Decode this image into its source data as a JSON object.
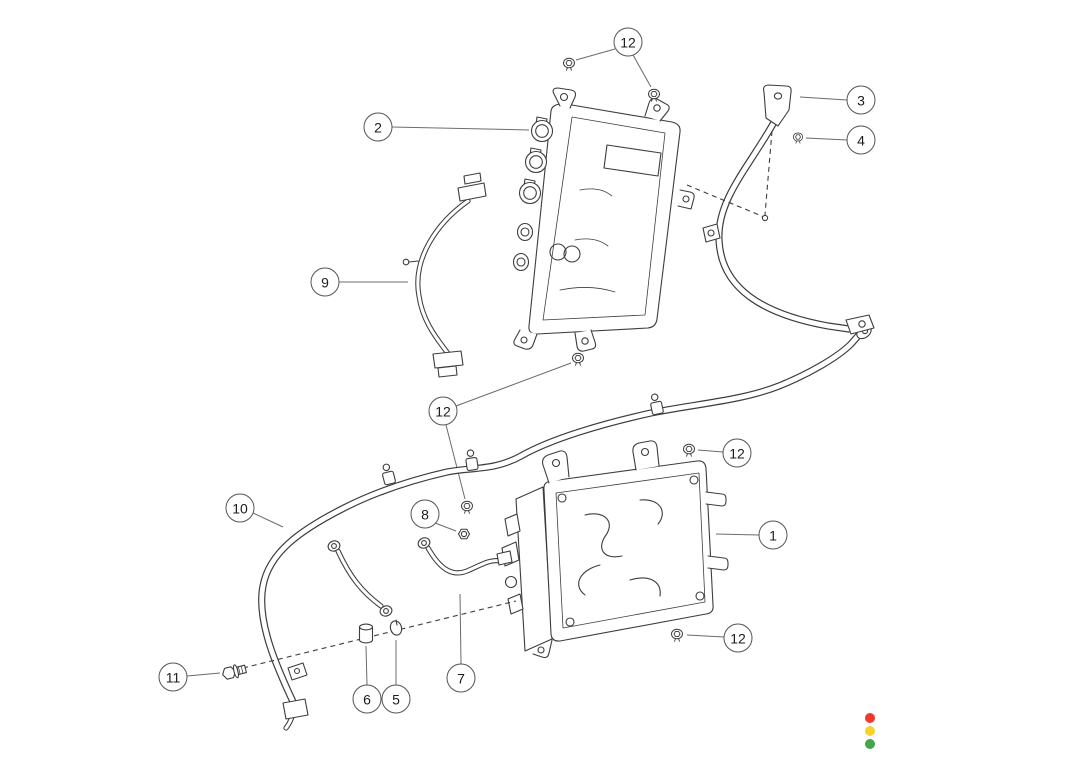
{
  "diagram": {
    "background": "#ffffff",
    "line_color": "#3d3d3d",
    "callouts": [
      {
        "id": "12-top",
        "label": "12"
      },
      {
        "id": "3",
        "label": "3"
      },
      {
        "id": "2",
        "label": "2"
      },
      {
        "id": "4",
        "label": "4"
      },
      {
        "id": "9",
        "label": "9"
      },
      {
        "id": "12-mid",
        "label": "12"
      },
      {
        "id": "12-right",
        "label": "12"
      },
      {
        "id": "10",
        "label": "10"
      },
      {
        "id": "8",
        "label": "8"
      },
      {
        "id": "1",
        "label": "1"
      },
      {
        "id": "12-bottom",
        "label": "12"
      },
      {
        "id": "11",
        "label": "11"
      },
      {
        "id": "6",
        "label": "6"
      },
      {
        "id": "5",
        "label": "5"
      },
      {
        "id": "7",
        "label": "7"
      }
    ],
    "status_dots": [
      {
        "name": "red-dot",
        "color": "#ee3a2c"
      },
      {
        "name": "yellow-dot",
        "color": "#f6d32b"
      },
      {
        "name": "green-dot",
        "color": "#43a649"
      }
    ]
  }
}
